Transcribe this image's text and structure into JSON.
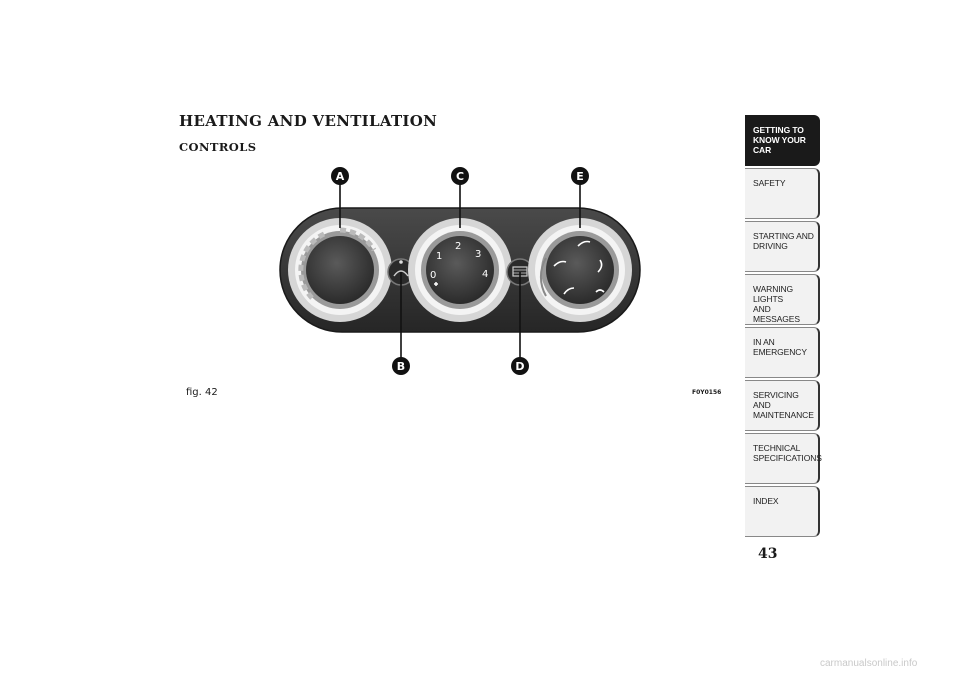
{
  "header": {
    "title": "HEATING AND VENTILATION",
    "subtitle": "CONTROLS"
  },
  "figure": {
    "callouts": [
      "A",
      "B",
      "C",
      "D",
      "E"
    ],
    "fan_dial_numbers": [
      "0",
      "1",
      "2",
      "3",
      "4"
    ],
    "caption": "fig. 42",
    "code": "F0Y0156",
    "colors": {
      "panel": "#3a3a3a",
      "callout": "#111111",
      "knob_ring": "#d8d8d8"
    }
  },
  "nav": {
    "items": [
      {
        "label_line1": "GETTING TO",
        "label_line2": "KNOW YOUR CAR",
        "active": true
      },
      {
        "label_line1": "SAFETY",
        "label_line2": ""
      },
      {
        "label_line1": "STARTING AND",
        "label_line2": "DRIVING"
      },
      {
        "label_line1": "WARNING LIGHTS",
        "label_line2": "AND MESSAGES"
      },
      {
        "label_line1": "IN AN EMERGENCY",
        "label_line2": ""
      },
      {
        "label_line1": "SERVICING AND",
        "label_line2": "MAINTENANCE"
      },
      {
        "label_line1": "TECHNICAL",
        "label_line2": "SPECIFICATIONS"
      },
      {
        "label_line1": "INDEX",
        "label_line2": ""
      }
    ]
  },
  "page_number": "43",
  "footer": {
    "watermark": "carmanualsonline.info"
  }
}
